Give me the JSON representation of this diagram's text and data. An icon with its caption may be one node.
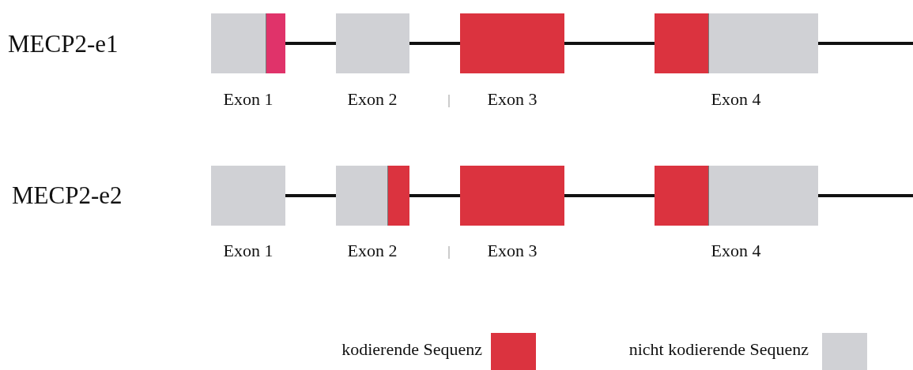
{
  "diagram": {
    "nodes": [
      {
        "text": [],
        "shape": "box",
        "beside": [
          "Exon 1"
        ]
      },
      {
        "text": [],
        "shape": "box",
        "beside": [
          "Exon 2"
        ]
      },
      {
        "text": [],
        "shape": "box",
        "beside": [
          "Exon 3"
        ]
      },
      {
        "text": [],
        "shape": "box",
        "beside": [
          "Exon 4"
        ]
      },
      {
        "text": [],
        "shape": "box",
        "beside": [
          "Exon 1"
        ]
      },
      {
        "text": [],
        "shape": "box",
        "beside": [
          "Exon 2"
        ]
      },
      {
        "text": [],
        "shape": "box",
        "beside": [
          "Exon 3"
        ]
      },
      {
        "text": [],
        "shape": "box",
        "beside": [
          "Exon 4"
        ]
      }
    ],
    "edges": [
      {
        "from": 0,
        "to": 1,
        "arrow": "none"
      },
      {
        "from": 1,
        "to": 2,
        "arrow": "none"
      },
      {
        "from": 2,
        "to": 3,
        "arrow": "none"
      },
      {
        "from": 3,
        "to": null,
        "arrow": "none"
      },
      {
        "from": 4,
        "to": 5,
        "arrow": "none"
      },
      {
        "from": 5,
        "to": 6,
        "arrow": "none"
      },
      {
        "from": 6,
        "to": 7,
        "arrow": "none"
      },
      {
        "from": 7,
        "to": null,
        "arrow": "none"
      }
    ],
    "labels": [
      "MECP2-e1",
      "MECP2-e2"
    ],
    "legend": [
      {
        "text": "kodierende Sequenz",
        "color": "#db333f"
      },
      {
        "text": "nicht kodierende Sequenz",
        "color": "#d0d1d5"
      }
    ]
  }
}
